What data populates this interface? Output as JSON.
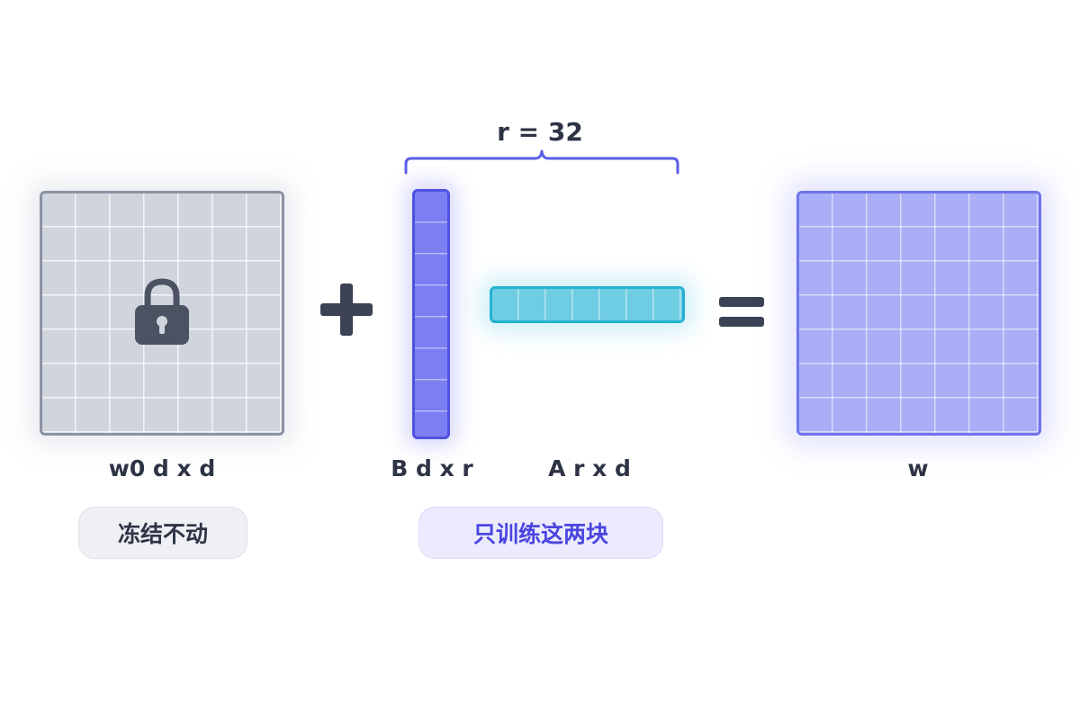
{
  "rank_label": "r = 32",
  "matrices": {
    "w0": {
      "label": "w0 d x d"
    },
    "b": {
      "label": "B d x r"
    },
    "a": {
      "label": "A r x d"
    },
    "w": {
      "label": "w"
    }
  },
  "operators": {
    "plus": "plus-icon",
    "equals": "equals-icon"
  },
  "pills": {
    "frozen": "冻结不动",
    "train": "只训练这两块"
  },
  "colors": {
    "frozen_fill": "#cfd4dd",
    "frozen_border": "#8a93a3",
    "b_fill": "#7b7ff2",
    "b_border": "#4f52e0",
    "a_fill": "#6fcde3",
    "a_border": "#24b3cf",
    "w_fill": "#a9aef6",
    "w_border": "#6f74ec",
    "text_dark": "#2e3446",
    "accent": "#4a45e0"
  }
}
